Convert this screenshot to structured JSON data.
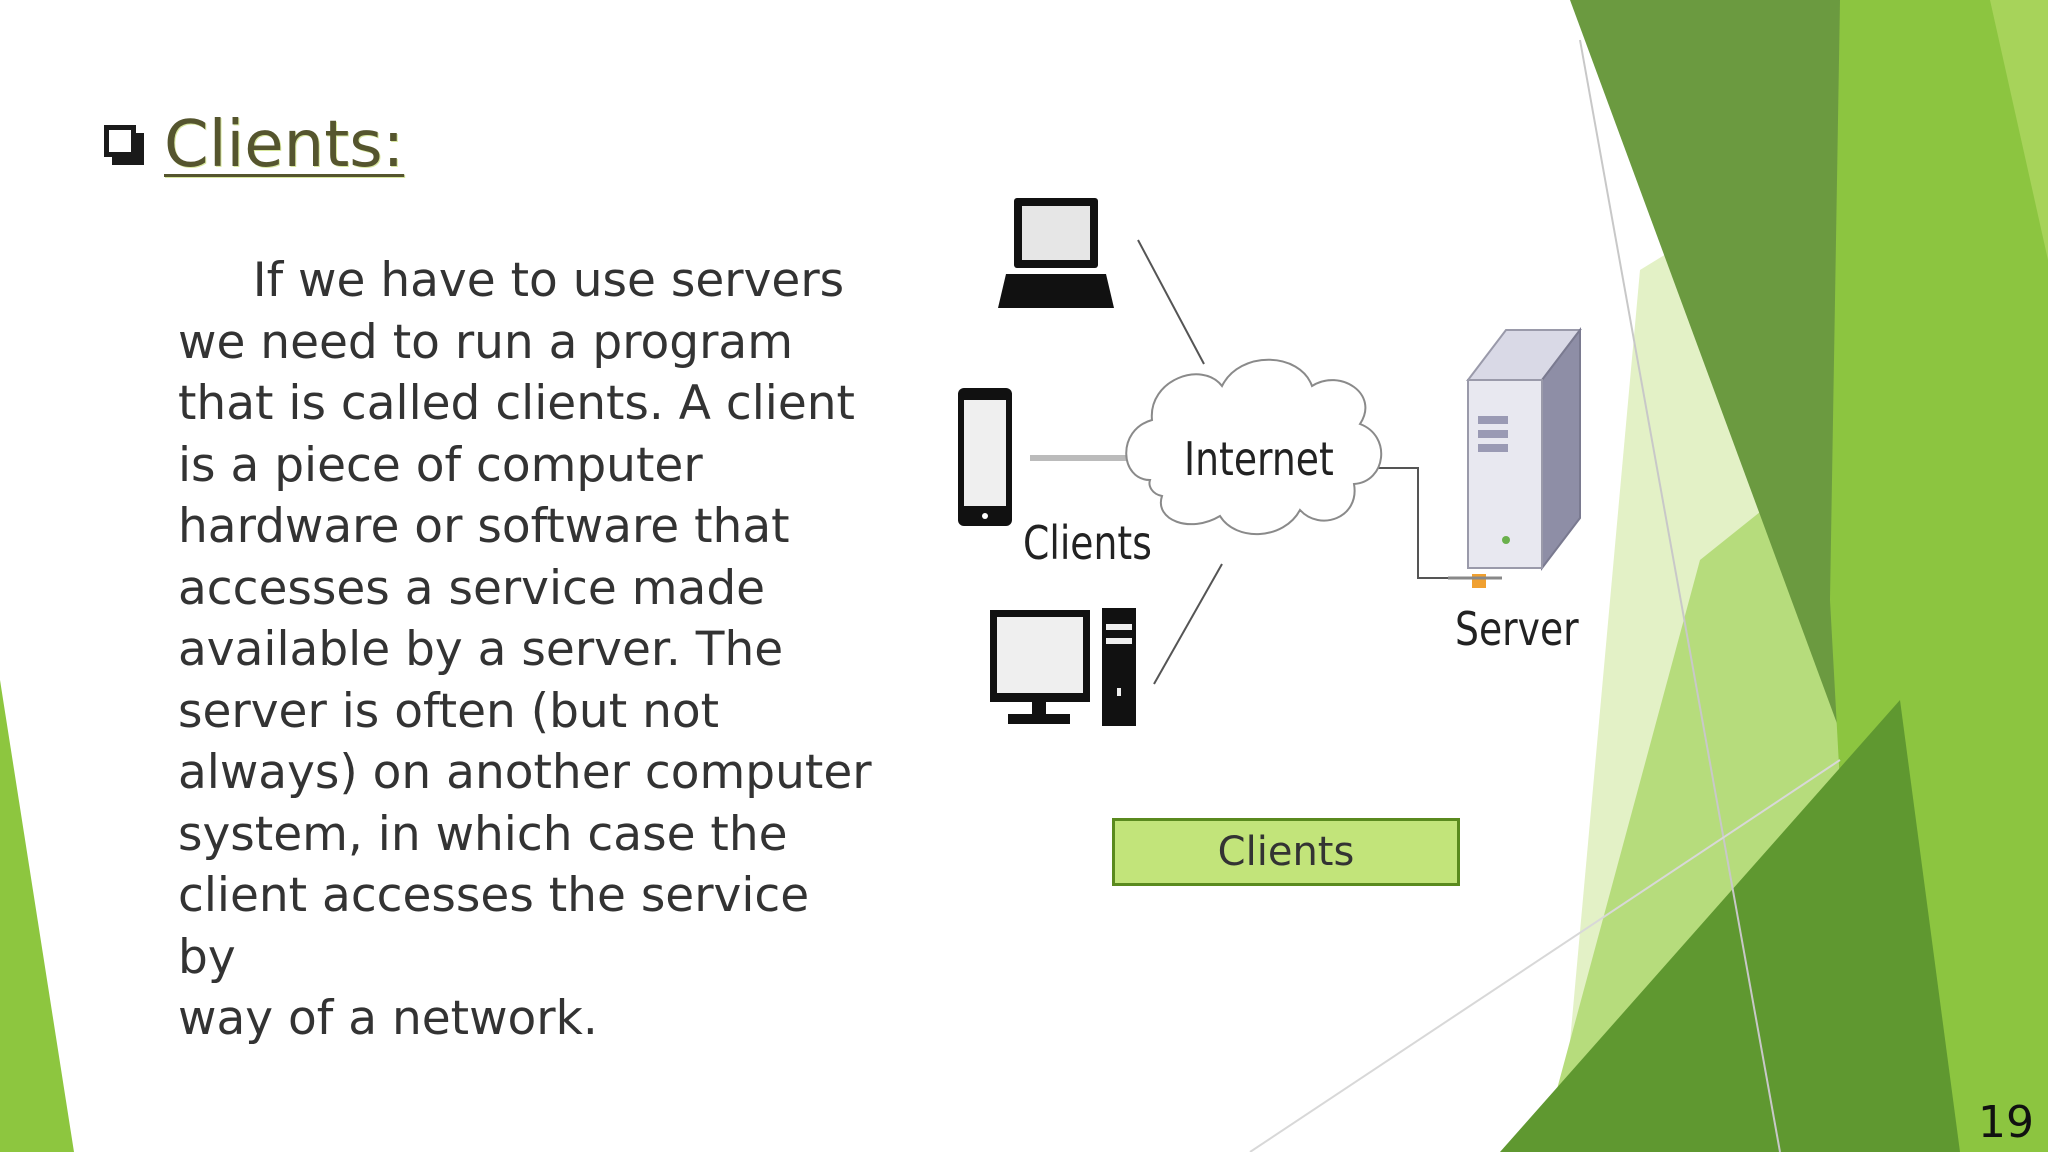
{
  "slide": {
    "title": "Clients:",
    "body": "     If we have to use servers\nwe need to run a program\nthat is called clients. A client\nis a piece of computer\nhardware or software that\naccesses a service made\navailable by a server. The\nserver is often (but not\nalways) on another computer\nsystem, in which case the\nclient accesses the service by\nway of a network.",
    "page_number": "19"
  },
  "diagram": {
    "internet_label": "Internet",
    "clients_label": "Clients",
    "server_label": "Server",
    "caption": "Clients"
  },
  "colors": {
    "accent_green": "#8dc63f",
    "dark_green": "#4e8a1a",
    "caption_fill": "#c2e47a"
  }
}
